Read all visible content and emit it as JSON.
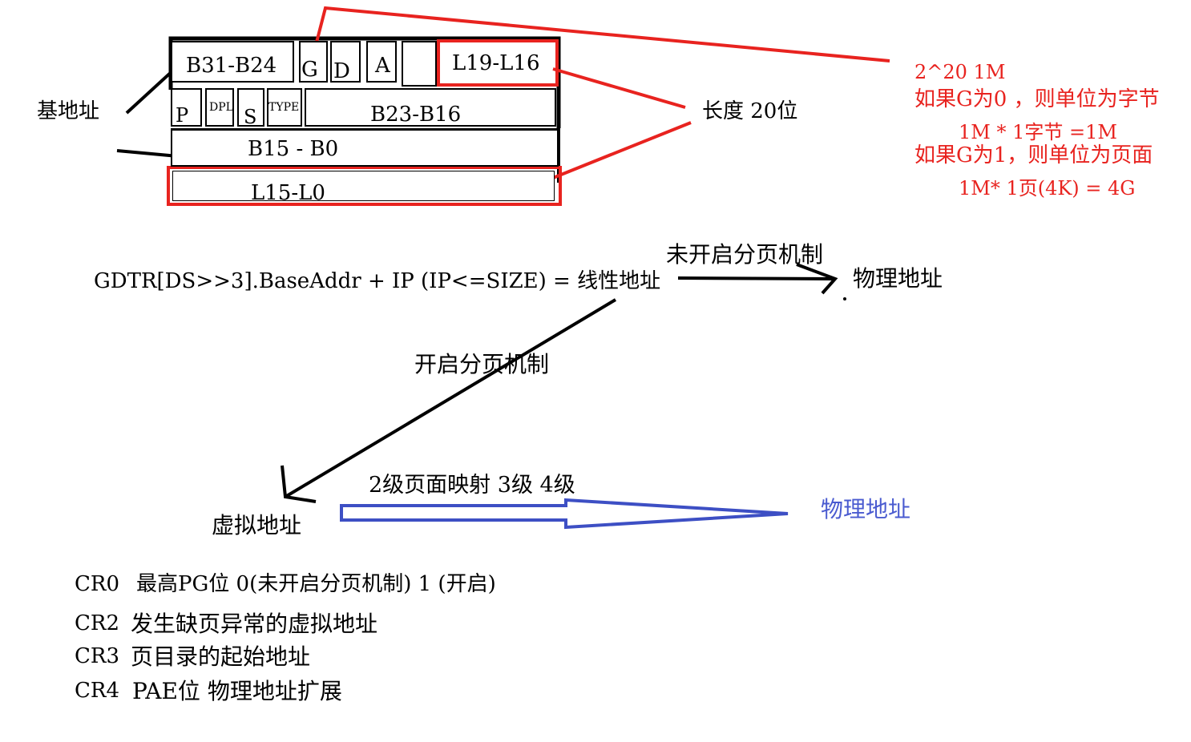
{
  "colors": {
    "ink": "#000000",
    "red": "#e8231f",
    "blue": "#3d4fc4",
    "blue_text": "#4a5bd0"
  },
  "descriptor": {
    "row1": {
      "base_high": "B31-B24",
      "g": "G",
      "d": "D",
      "a": "A",
      "limit_high": "L19-L16"
    },
    "row2": {
      "p": "P",
      "dpl": "DPL",
      "s": "S",
      "type": "TYPE",
      "base_mid": "B23-B16"
    },
    "row3": {
      "base_low": "B15 - B0"
    },
    "row4": {
      "limit_low": "L15-L0"
    },
    "base_address_label": "基地址",
    "length_label": "长度 20位"
  },
  "notes_g": {
    "line1": "2^20  1M",
    "line2": "如果G为0 ，则单位为字节",
    "line3": "1M * 1字节 =1M",
    "line4": "如果G为1，则单位为页面",
    "line5": "1M*  1页(4K) = 4G"
  },
  "translation": {
    "formula": "GDTR[DS>>3].BaseAddr + IP (IP<=SIZE) = 线性地址",
    "no_paging_label": "未开启分页机制",
    "physical_address_1": "物理地址",
    "paging_label": "开启分页机制",
    "virtual_address": "虚拟地址",
    "levels": "2级页面映射  3级   4级",
    "physical_address_2": "物理地址"
  },
  "control_registers": [
    {
      "name": "CR0",
      "desc": "最高PG位   0(未开启分页机制)   1 (开启)"
    },
    {
      "name": "CR2",
      "desc": "发生缺页异常的虚拟地址"
    },
    {
      "name": "CR3",
      "desc": "页目录的起始地址"
    },
    {
      "name": "CR4",
      "desc": "PAE位  物理地址扩展"
    }
  ]
}
